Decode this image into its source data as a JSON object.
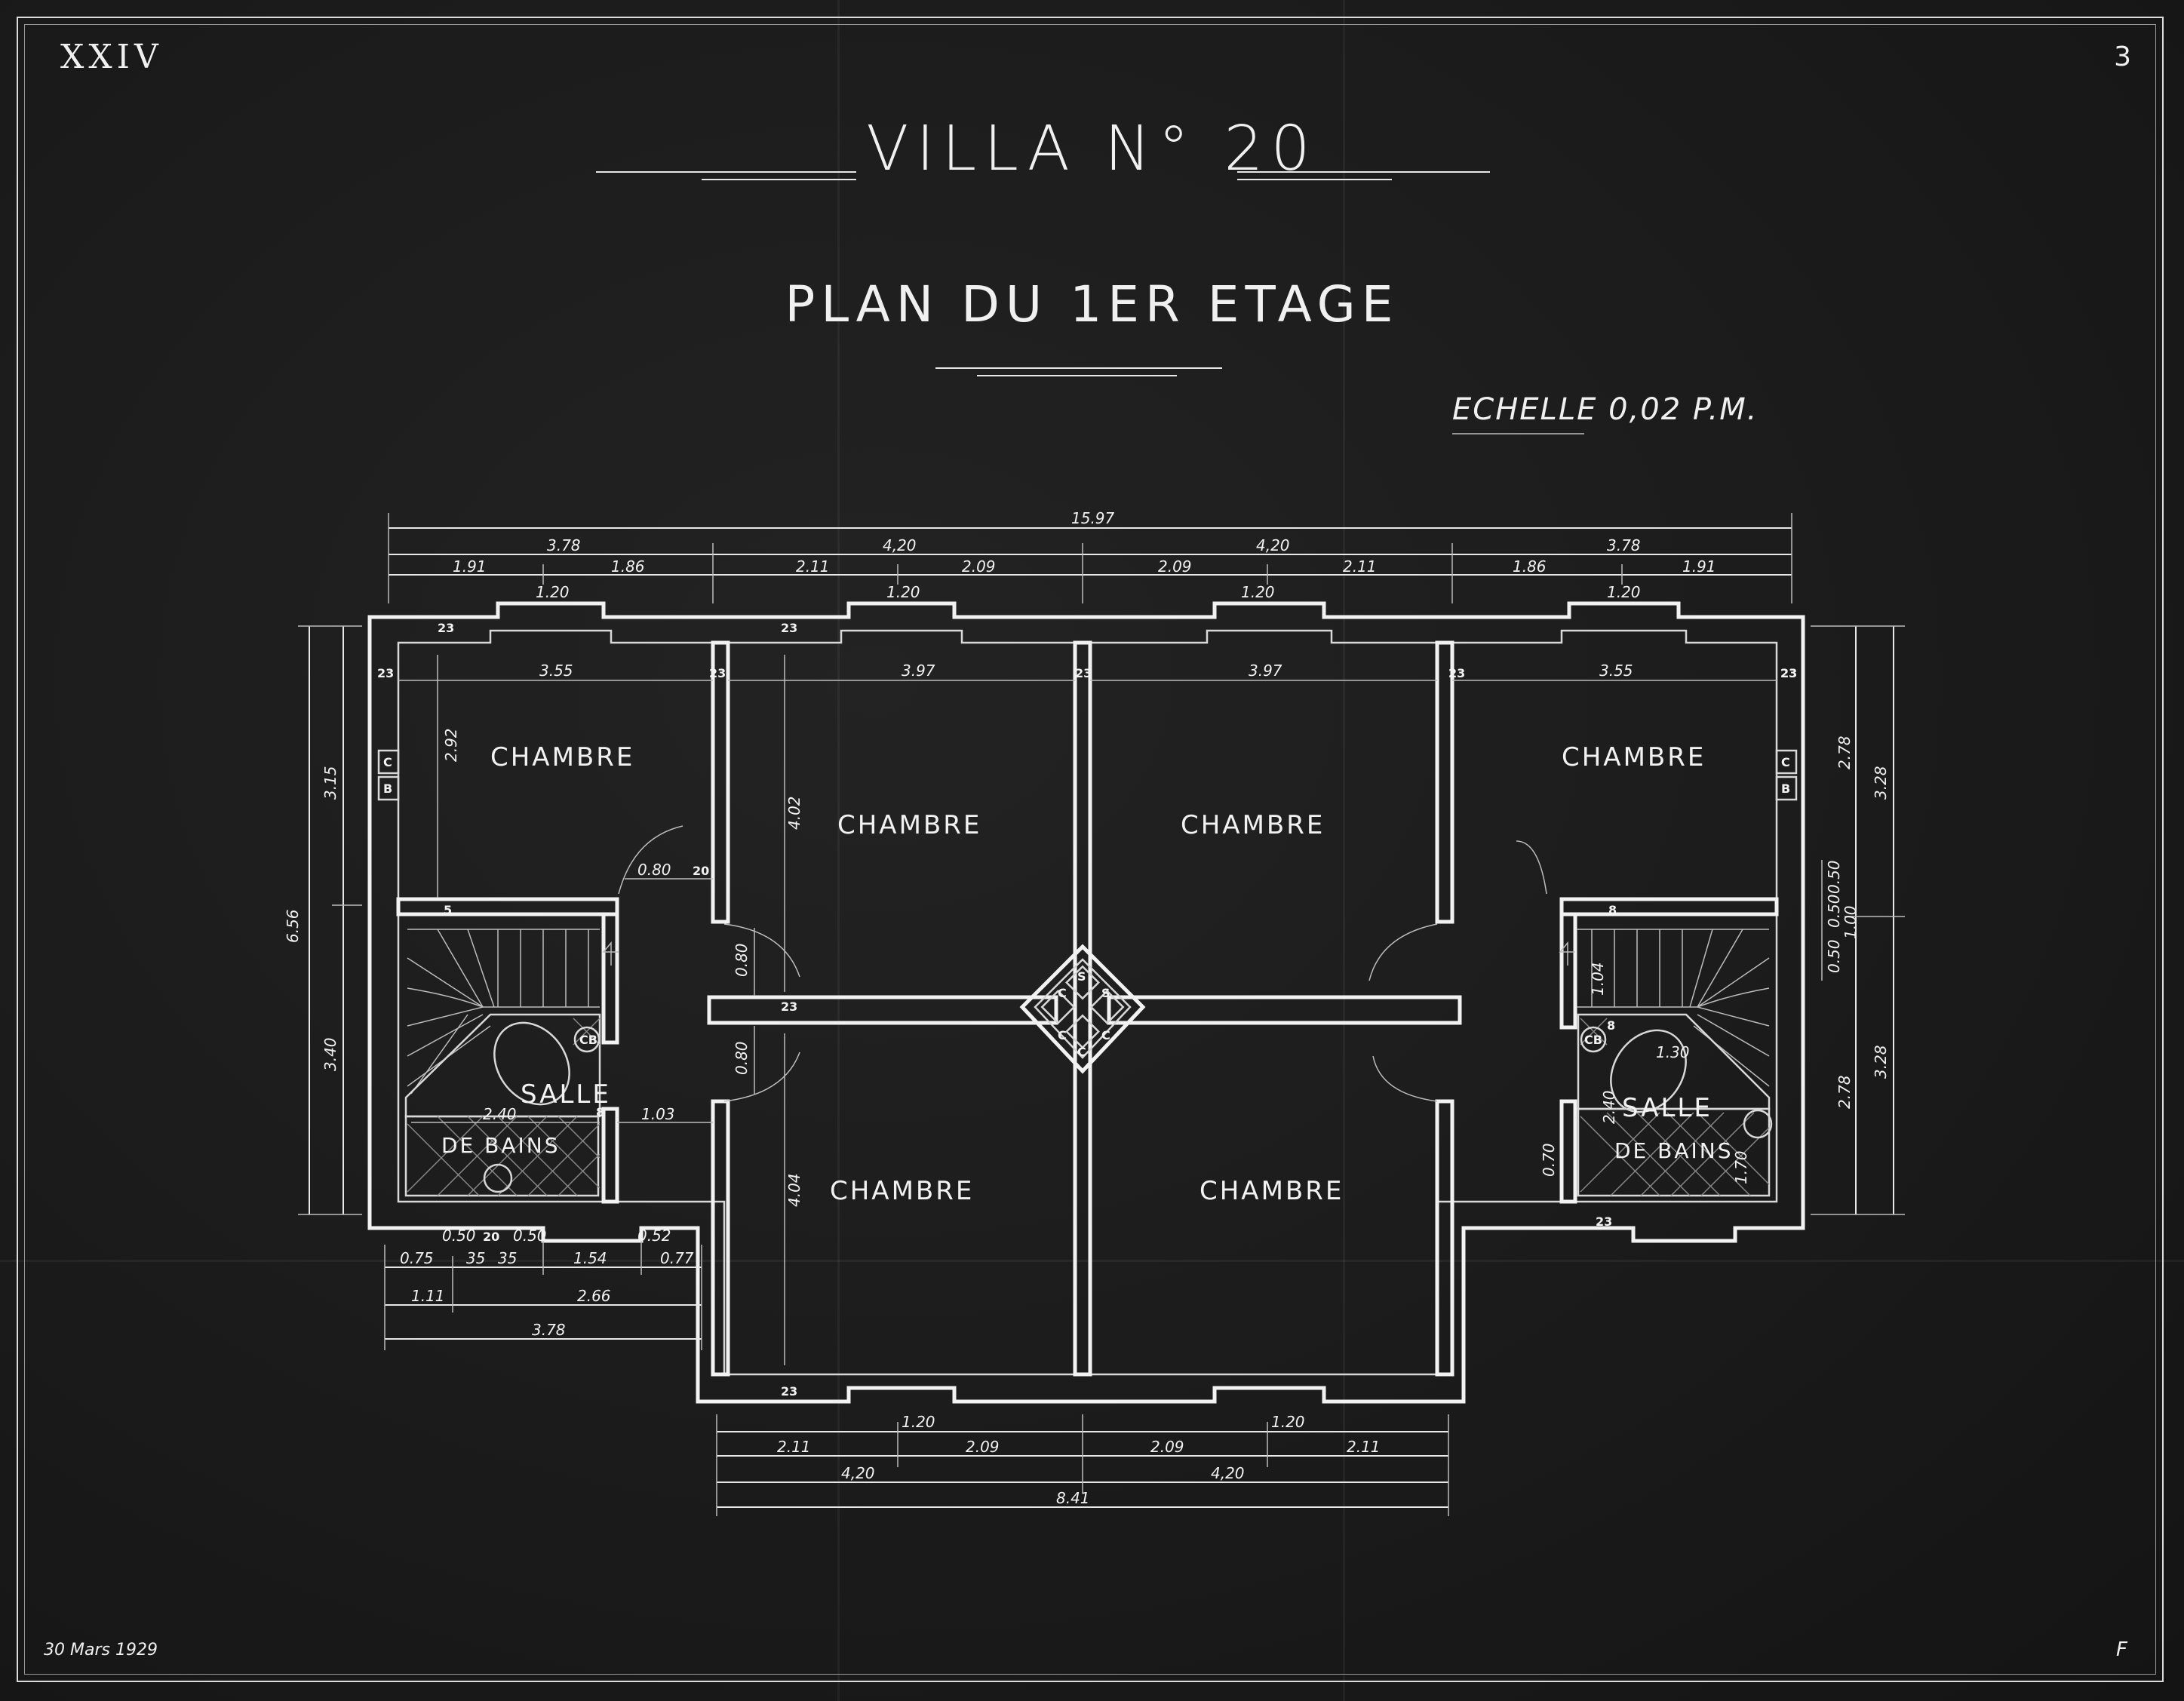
{
  "sheet": {
    "number": "XXIV",
    "page": "3",
    "title": "VILLA N° 20",
    "subtitle": "PLAN DU 1ER ETAGE",
    "scale": "ECHELLE 0,02 P.M.",
    "date": "30 Mars 1929",
    "signature": "F"
  },
  "rooms": {
    "chambre": "CHAMBRE",
    "salle": "SALLE",
    "de_bains": "DE BAINS"
  },
  "fixtures": {
    "c": "C",
    "b": "B",
    "s": "S",
    "cb": "CB"
  },
  "dims": {
    "total_top": "15.97",
    "w378": "3.78",
    "w420": "4,20",
    "w191": "1.91",
    "w186": "1.86",
    "w211": "2.11",
    "w209": "2.09",
    "w120": "1.20",
    "w355": "3.55",
    "w397": "3.97",
    "w23": "23",
    "w292": "2.92",
    "w402": "4.02",
    "w315": "3.15",
    "w656": "6.56",
    "w340": "3.40",
    "w080": "0.80",
    "w20": "20",
    "w240": "2.40",
    "w103": "1.03",
    "w278": "2.78",
    "w328": "3.28",
    "w050": "0.50",
    "w100": "1.00",
    "w104": "1.04",
    "w130": "1.30",
    "w170": "1.70",
    "w240b": "2.40",
    "w070": "0.70",
    "w8": "8",
    "w5": "5",
    "w404": "4.04",
    "w052": "0.52",
    "w075": "0.75",
    "w35": "35",
    "w154": "1.54",
    "w077": "0.77",
    "w111": "1.11",
    "w266": "2.66",
    "w841": "8.41"
  }
}
